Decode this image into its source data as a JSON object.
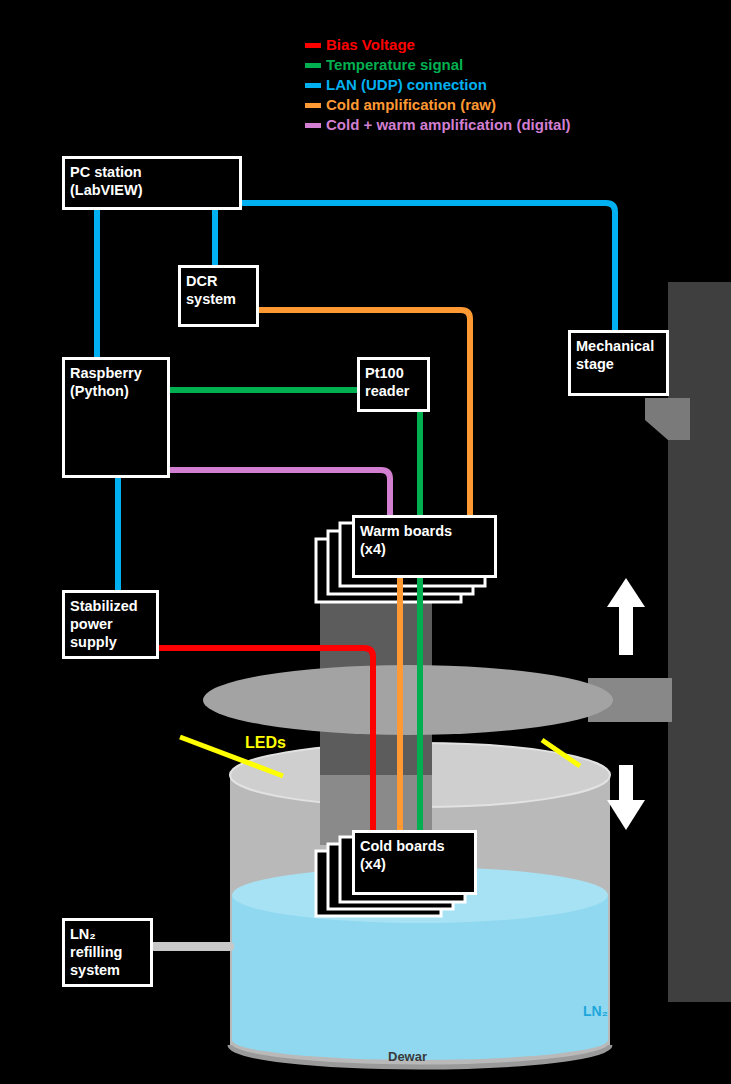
{
  "diagram": {
    "nodes": [
      {
        "text": [
          "PC station (LabVIEW)"
        ]
      },
      {
        "text": [
          "DCR system"
        ]
      },
      {
        "text": [
          "Mechanical stage"
        ]
      },
      {
        "text": [
          "Raspberry (Python)"
        ]
      },
      {
        "text": [
          "Pt100 reader"
        ]
      },
      {
        "text": [
          "Warm boards (x4)"
        ]
      },
      {
        "text": [
          "Stabilized power supply"
        ]
      },
      {
        "text": [
          "Cold boards (x4)"
        ]
      },
      {
        "text": [
          "LN₂ refilling system"
        ]
      }
    ],
    "edges": [
      {
        "from": 0,
        "to": 3,
        "arrow": "none"
      },
      {
        "from": 0,
        "to": 1,
        "arrow": "none"
      },
      {
        "from": 0,
        "to": 2,
        "arrow": "none"
      },
      {
        "from": 3,
        "to": 4,
        "arrow": "none"
      },
      {
        "from": 4,
        "to": 5,
        "arrow": "none"
      },
      {
        "from": 3,
        "to": 5,
        "arrow": "none"
      },
      {
        "from": 1,
        "to": 5,
        "arrow": "none"
      },
      {
        "from": 3,
        "to": 6,
        "arrow": "none"
      },
      {
        "from": 6,
        "to": 7,
        "arrow": "none"
      },
      {
        "from": 5,
        "to": 7,
        "arrow": "none"
      },
      {
        "from": 5,
        "to": 7,
        "arrow": "none"
      }
    ],
    "labels": [
      "LEDs",
      "LN₂",
      "Dewar"
    ],
    "legend": [
      {
        "text": "Bias Voltage",
        "color": "#ff0000"
      },
      {
        "text": "Temperature signal",
        "color": "#00b050"
      },
      {
        "text": "LAN (UDP) connection",
        "color": "#00b0f0"
      },
      {
        "text": "Cold amplification (raw)",
        "color": "#ff9933"
      },
      {
        "text": "Cold + warm amplification (digital)",
        "color": "#d27fd2"
      }
    ]
  }
}
